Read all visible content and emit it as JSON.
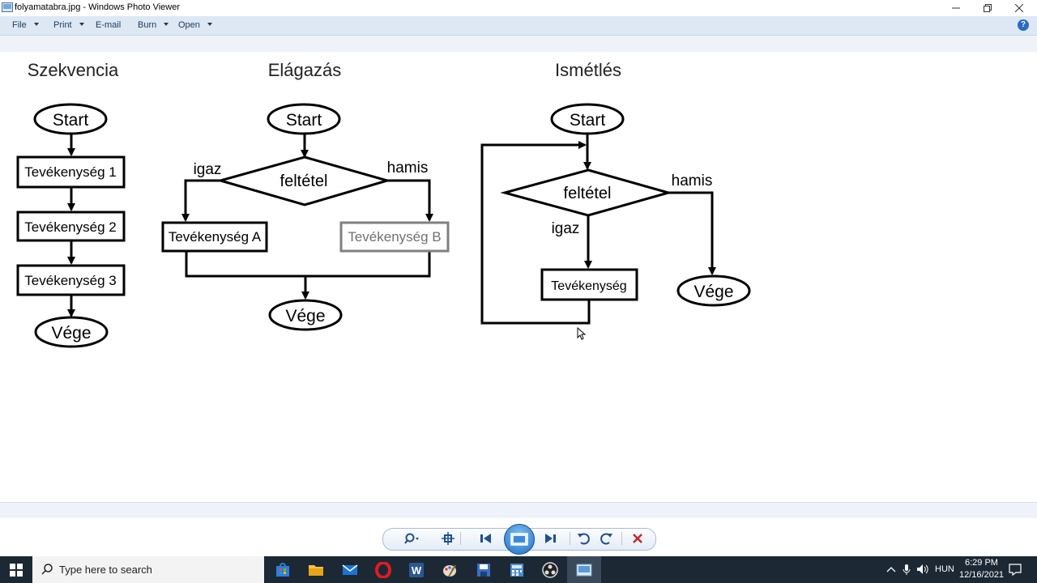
{
  "window": {
    "title": "folyamatabra.jpg - Windows Photo Viewer"
  },
  "menu": {
    "file": "File",
    "print": "Print",
    "email": "E-mail",
    "burn": "Burn",
    "open": "Open"
  },
  "diagram": {
    "sequence": {
      "title": "Szekvencia",
      "start": "Start",
      "step1": "Tevékenység 1",
      "step2": "Tevékenység 2",
      "step3": "Tevékenység 3",
      "end": "Vége"
    },
    "branch": {
      "title": "Elágazás",
      "start": "Start",
      "condition": "feltétel",
      "true_label": "igaz",
      "false_label": "hamis",
      "action_a": "Tevékenység A",
      "action_b": "Tevékenység B",
      "end": "Vége"
    },
    "loop": {
      "title": "Ismétlés",
      "start": "Start",
      "condition": "feltétel",
      "false_label": "hamis",
      "true_label": "igaz",
      "action": "Tevékenység",
      "end": "Vége"
    }
  },
  "taskbar": {
    "search_placeholder": "Type here to search",
    "language": "HUN",
    "time": "6:29 PM",
    "date": "12/16/2021"
  },
  "icons": [
    "zoom-icon",
    "fit-icon",
    "previous-icon",
    "slideshow-icon",
    "next-icon",
    "rotate-left-icon",
    "rotate-right-icon",
    "delete-icon",
    "windows-start-icon",
    "search-icon",
    "store-icon",
    "file-explorer-icon",
    "mail-icon",
    "opera-icon",
    "word-icon",
    "paint-icon",
    "save-icon",
    "calculator-icon",
    "obs-icon",
    "photo-viewer-icon",
    "chevron-up-icon",
    "microphone-icon",
    "speaker-icon",
    "notification-icon"
  ],
  "colors": {
    "menubar": "#dde8f4",
    "taskbar": "#1c2834",
    "delete": "#c0282d"
  }
}
